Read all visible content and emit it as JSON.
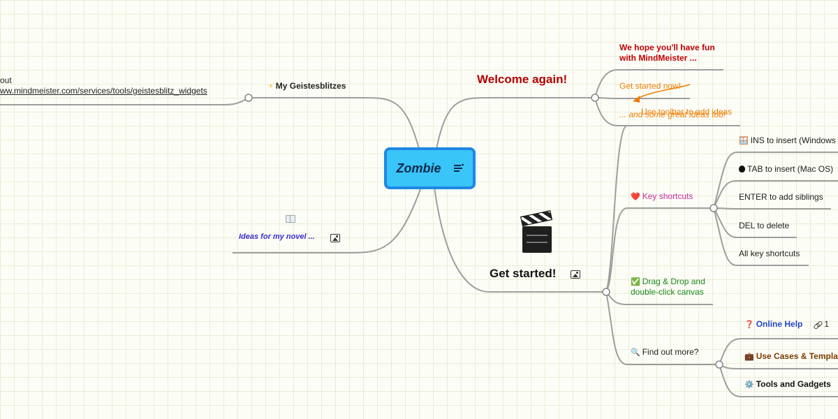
{
  "central": {
    "title": "Zombie"
  },
  "branches": {
    "geistesblitzes": {
      "label": "My Geistesblitzes",
      "emoji": "⚡",
      "child_line1": "out",
      "child_line2": "ww.mindmeister.com/services/tools/geistesblitz_widgets"
    },
    "novel": {
      "label": "Ideas for my novel ...",
      "emoji": "📖"
    },
    "welcome": {
      "label": "Welcome again!",
      "children": {
        "fun_line1": "We hope you'll have fun",
        "fun_line2": "with MindMeister ...",
        "get_started_now": "Get started now!",
        "great_ideas": "... and some great ideas too!"
      }
    },
    "get_started": {
      "label": "Get started!",
      "children": {
        "toolbar": "Use toolbar to add ideas",
        "key_shortcuts": {
          "label": "Key shortcuts",
          "emoji": "❤️"
        },
        "drag_drop_line1": "Drag & Drop and",
        "drag_drop_line2": "double-click canvas",
        "drag_drop_emoji": "✅",
        "find_out_more": {
          "label": "Find out more?",
          "emoji": "🔍"
        }
      }
    }
  },
  "shortcuts": {
    "ins": {
      "label": "INS to insert (Windows",
      "emoji": "🪟"
    },
    "tab": {
      "label": "TAB to insert (Mac OS)",
      "emoji": ""
    },
    "enter": "ENTER to add siblings",
    "del": "DEL to delete",
    "all": "All key shortcuts"
  },
  "find_more": {
    "online_help": {
      "label": "Online Help",
      "emoji": "❓",
      "link_count": "1"
    },
    "use_cases": {
      "label": "Use Cases & Templat",
      "emoji": "💼"
    },
    "tools": {
      "label": "Tools and Gadgets",
      "emoji": "⚙️"
    }
  },
  "colors": {
    "edge": "#9e9e9e",
    "central_fill": "#39c5f8",
    "central_border": "#1e88e5",
    "welcome": "#b40000",
    "orange": "#ef7d00",
    "magenta": "#c2309e",
    "green": "#1a8a1a",
    "online_help": "#2346c8",
    "use_cases": "#7a3d00",
    "novel": "#3a2fd0"
  }
}
